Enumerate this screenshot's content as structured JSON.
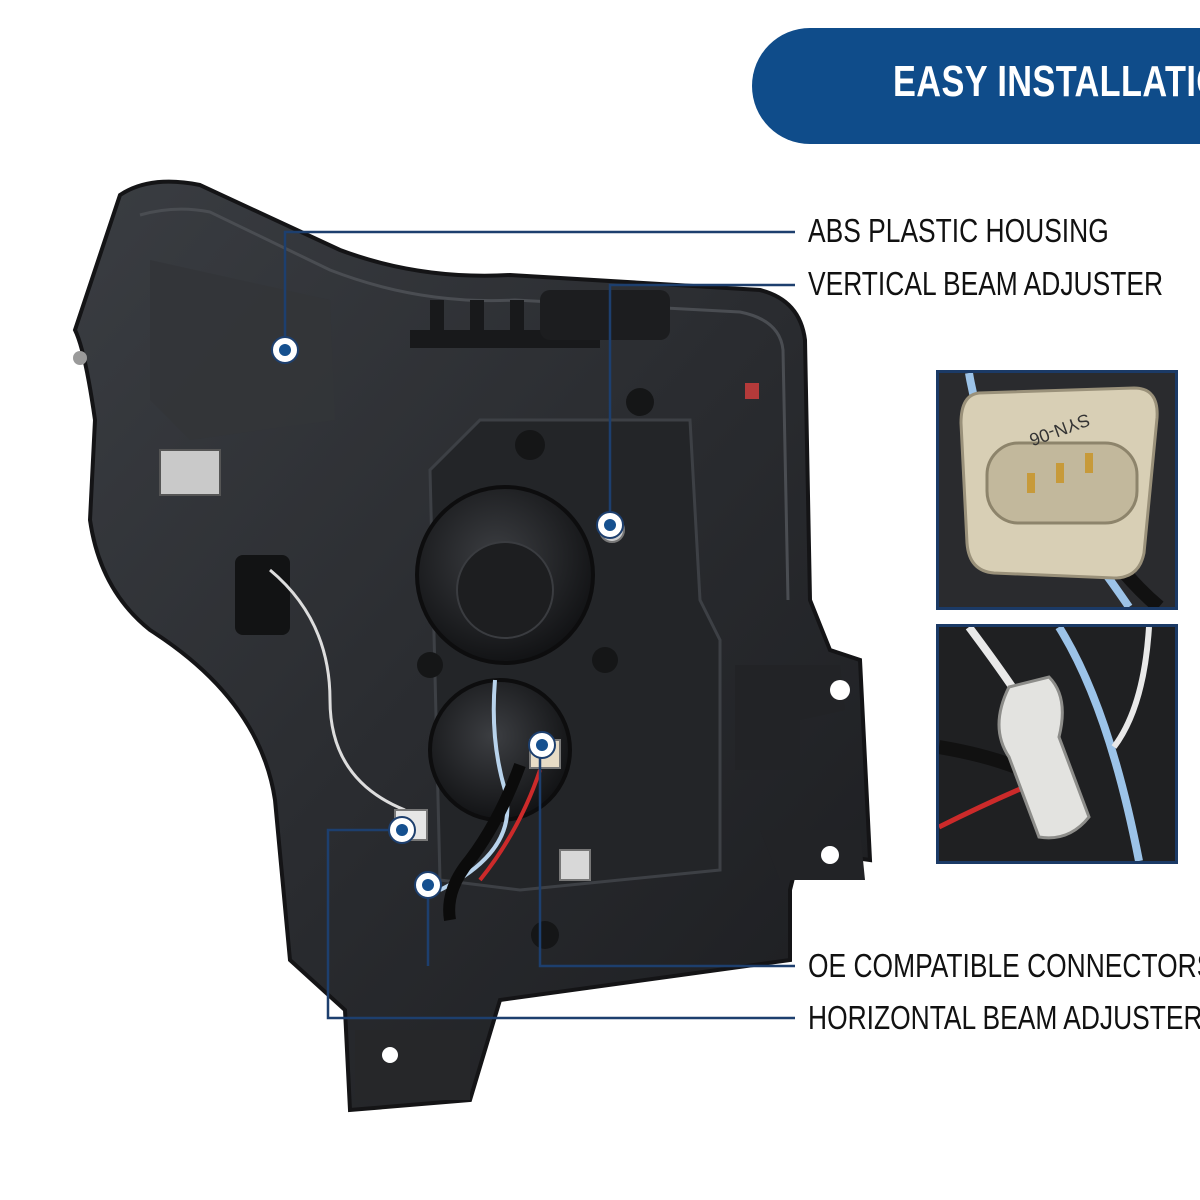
{
  "banner": {
    "text": "EASY INSTALLATION"
  },
  "callouts": {
    "housing": "ABS PLASTIC HOUSING",
    "vertical": "VERTICAL BEAM ADJUSTER",
    "connectors": "OE COMPATIBLE CONNECTORS",
    "horizontal": "HORIZONTAL BEAM ADJUSTER"
  },
  "colors": {
    "brand_blue": "#0f4c8a",
    "callout_line": "#1d3f6e",
    "marker_fill": "#ffffff",
    "marker_dot": "#15508f"
  },
  "inset_top": {
    "printed_text": "SYN-06"
  }
}
